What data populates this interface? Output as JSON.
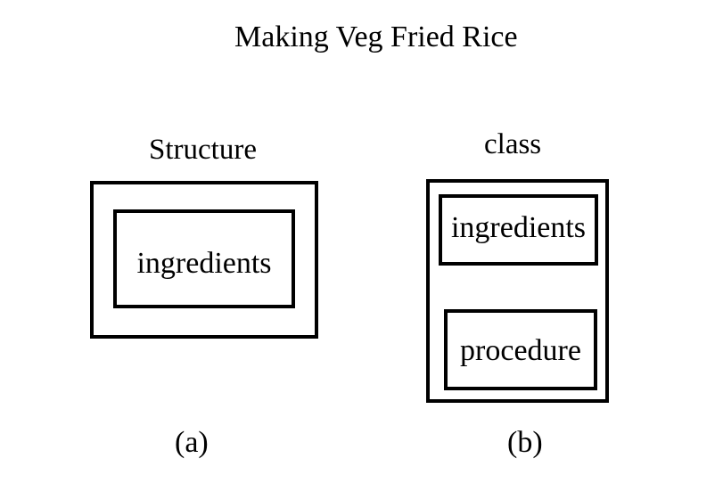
{
  "title": "Making Veg Fried Rice",
  "panel_a": {
    "heading": "Structure",
    "inner_label": "ingredients",
    "caption": "(a)"
  },
  "panel_b": {
    "heading": "class",
    "inner_labels": [
      "ingredients",
      "procedure"
    ],
    "caption": "(b)"
  }
}
